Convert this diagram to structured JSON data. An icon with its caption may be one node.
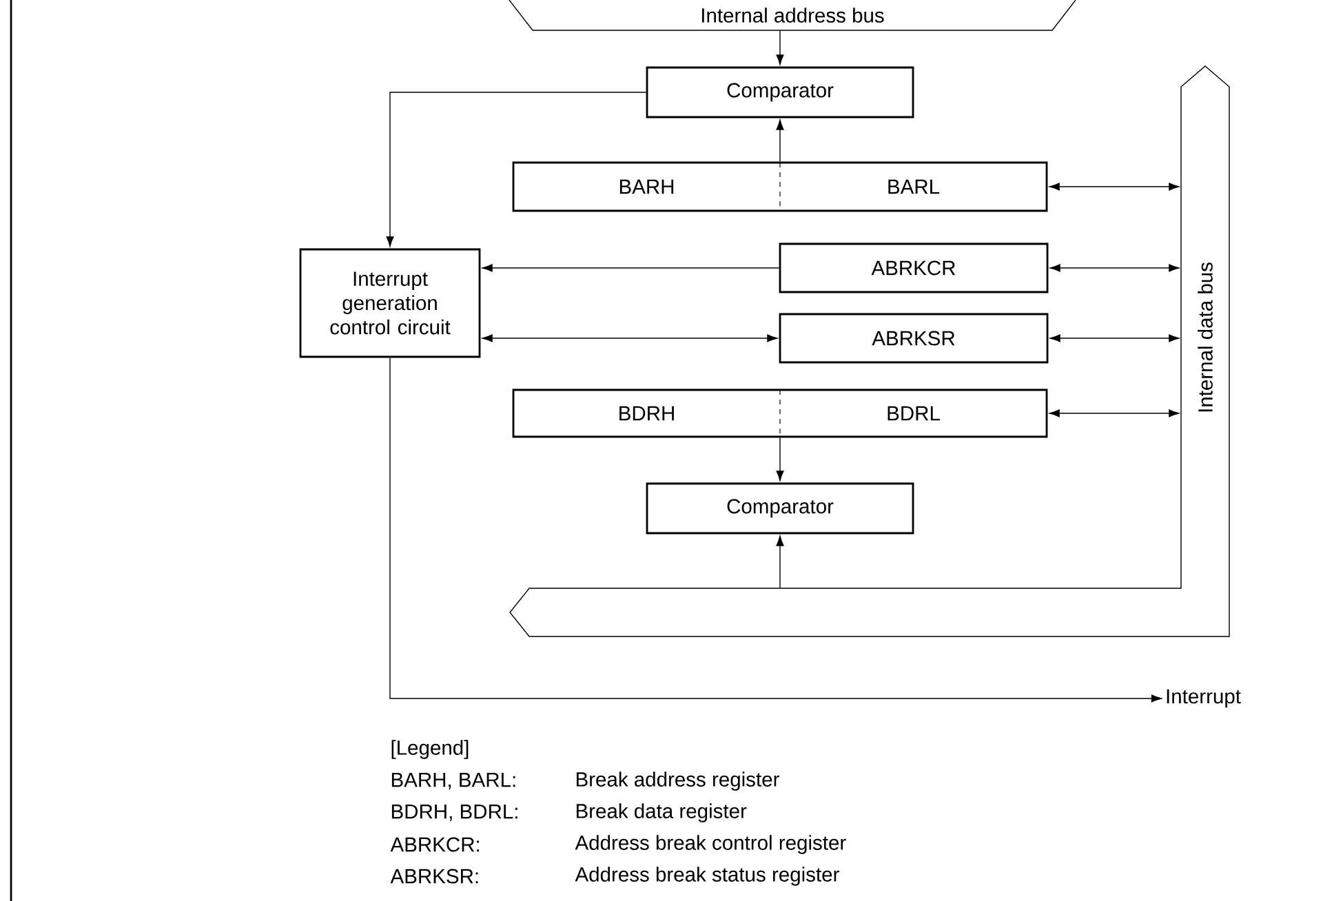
{
  "diagram": {
    "nodes": [
      {
        "text": [
          "Internal address bus"
        ]
      },
      {
        "text": [
          "Comparator"
        ]
      },
      {
        "text": [
          "BARH",
          "BARL"
        ]
      },
      {
        "text": [
          "Interrupt generation control circuit"
        ]
      },
      {
        "text": [
          "ABRKCR"
        ]
      },
      {
        "text": [
          "ABRKSR"
        ]
      },
      {
        "text": [
          "BDRH",
          "BDRL"
        ]
      },
      {
        "text": [
          "Comparator"
        ]
      },
      {
        "text": [
          "Internal data bus"
        ]
      },
      {
        "text": [
          "Interrupt"
        ]
      }
    ],
    "edges": [
      {
        "from": 0,
        "to": 1,
        "arrow": "to"
      },
      {
        "from": 2,
        "to": 1,
        "arrow": "to"
      },
      {
        "from": 1,
        "to": 3,
        "arrow": "to"
      },
      {
        "from": 4,
        "to": 3,
        "arrow": "to"
      },
      {
        "from": 3,
        "to": 5,
        "arrow": "both"
      },
      {
        "from": 2,
        "to": 8,
        "arrow": "both"
      },
      {
        "from": 4,
        "to": 8,
        "arrow": "both"
      },
      {
        "from": 5,
        "to": 8,
        "arrow": "both"
      },
      {
        "from": 6,
        "to": 8,
        "arrow": "both"
      },
      {
        "from": 6,
        "to": 7,
        "arrow": "to"
      },
      {
        "from": 8,
        "to": 7,
        "arrow": "to"
      },
      {
        "from": 3,
        "to": 9,
        "arrow": "to"
      }
    ],
    "labels": [
      "[Legend]",
      "BARH, BARL:",
      "Break address register",
      "BDRH, BDRL:",
      "Break data register",
      "ABRKCR:",
      "Address break control register",
      "ABRKSR:",
      "Address break status register"
    ]
  }
}
